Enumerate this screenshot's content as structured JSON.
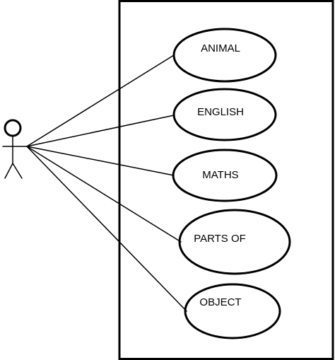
{
  "diagram": {
    "type": "use-case",
    "actor": {
      "name": ""
    },
    "use_cases": [
      {
        "label": "ANIMAL"
      },
      {
        "label": "ENGLISH"
      },
      {
        "label": "MATHS"
      },
      {
        "label": "PARTS OF"
      },
      {
        "label": "OBJECT"
      }
    ],
    "colors": {
      "line": "#000000",
      "background": "#ffffff"
    }
  }
}
